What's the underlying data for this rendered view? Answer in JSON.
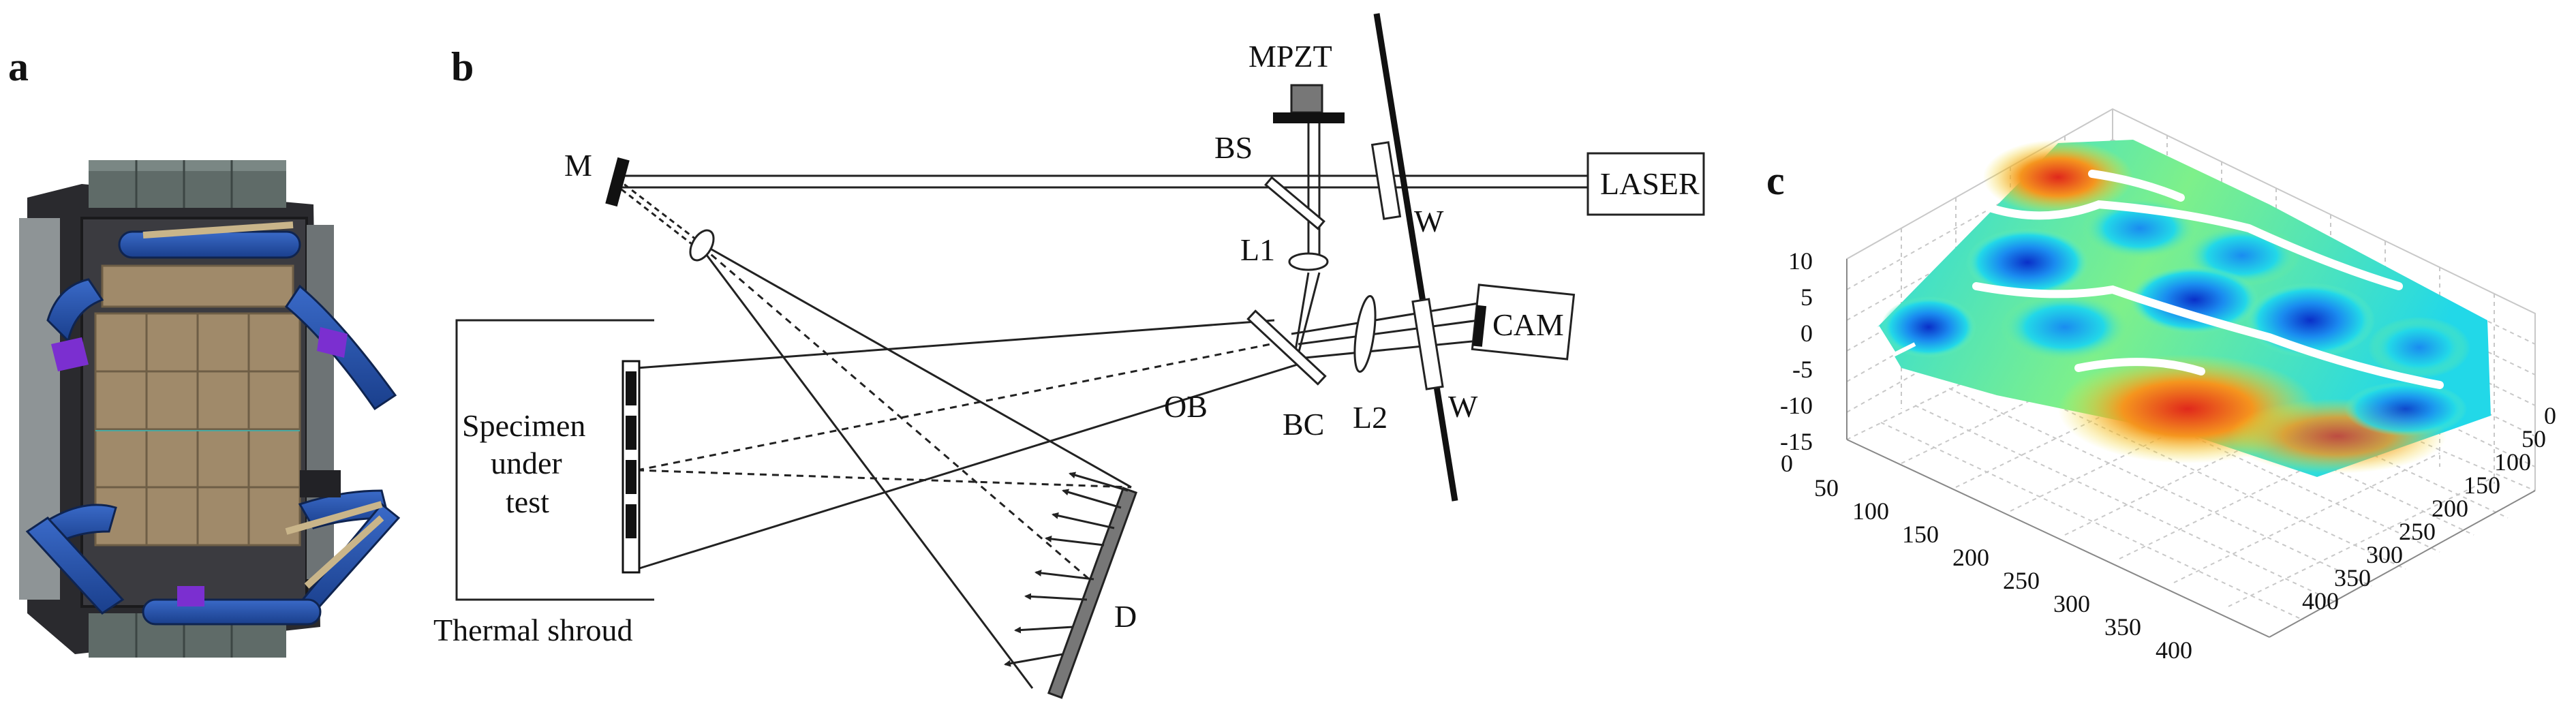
{
  "panels": {
    "a": {
      "label": "a"
    },
    "b": {
      "label": "b",
      "components": {
        "mpzt": "MPZT",
        "bs": "BS",
        "m": "M",
        "laser": "LASER",
        "w1": "W",
        "w2": "W",
        "l1": "L1",
        "l2": "L2",
        "cam": "CAM",
        "ob": "OB",
        "bc": "BC",
        "d": "D",
        "specimen": [
          "Specimen",
          "under",
          "test"
        ],
        "shroud": "Thermal shroud"
      }
    },
    "c": {
      "label": "c",
      "z_ticks": [
        "10",
        "5",
        "0",
        "-5",
        "-10",
        "-15"
      ],
      "x_ticks": [
        "0",
        "50",
        "100",
        "150",
        "200",
        "250",
        "300",
        "350",
        "400"
      ],
      "y_ticks": [
        "0",
        "50",
        "100",
        "150",
        "200",
        "250",
        "300",
        "350",
        "400"
      ],
      "colormap": [
        "#0a2fc8",
        "#1a8cf0",
        "#22d8e8",
        "#7ef08a",
        "#f2e62a",
        "#f5951e",
        "#e0281c"
      ]
    }
  }
}
